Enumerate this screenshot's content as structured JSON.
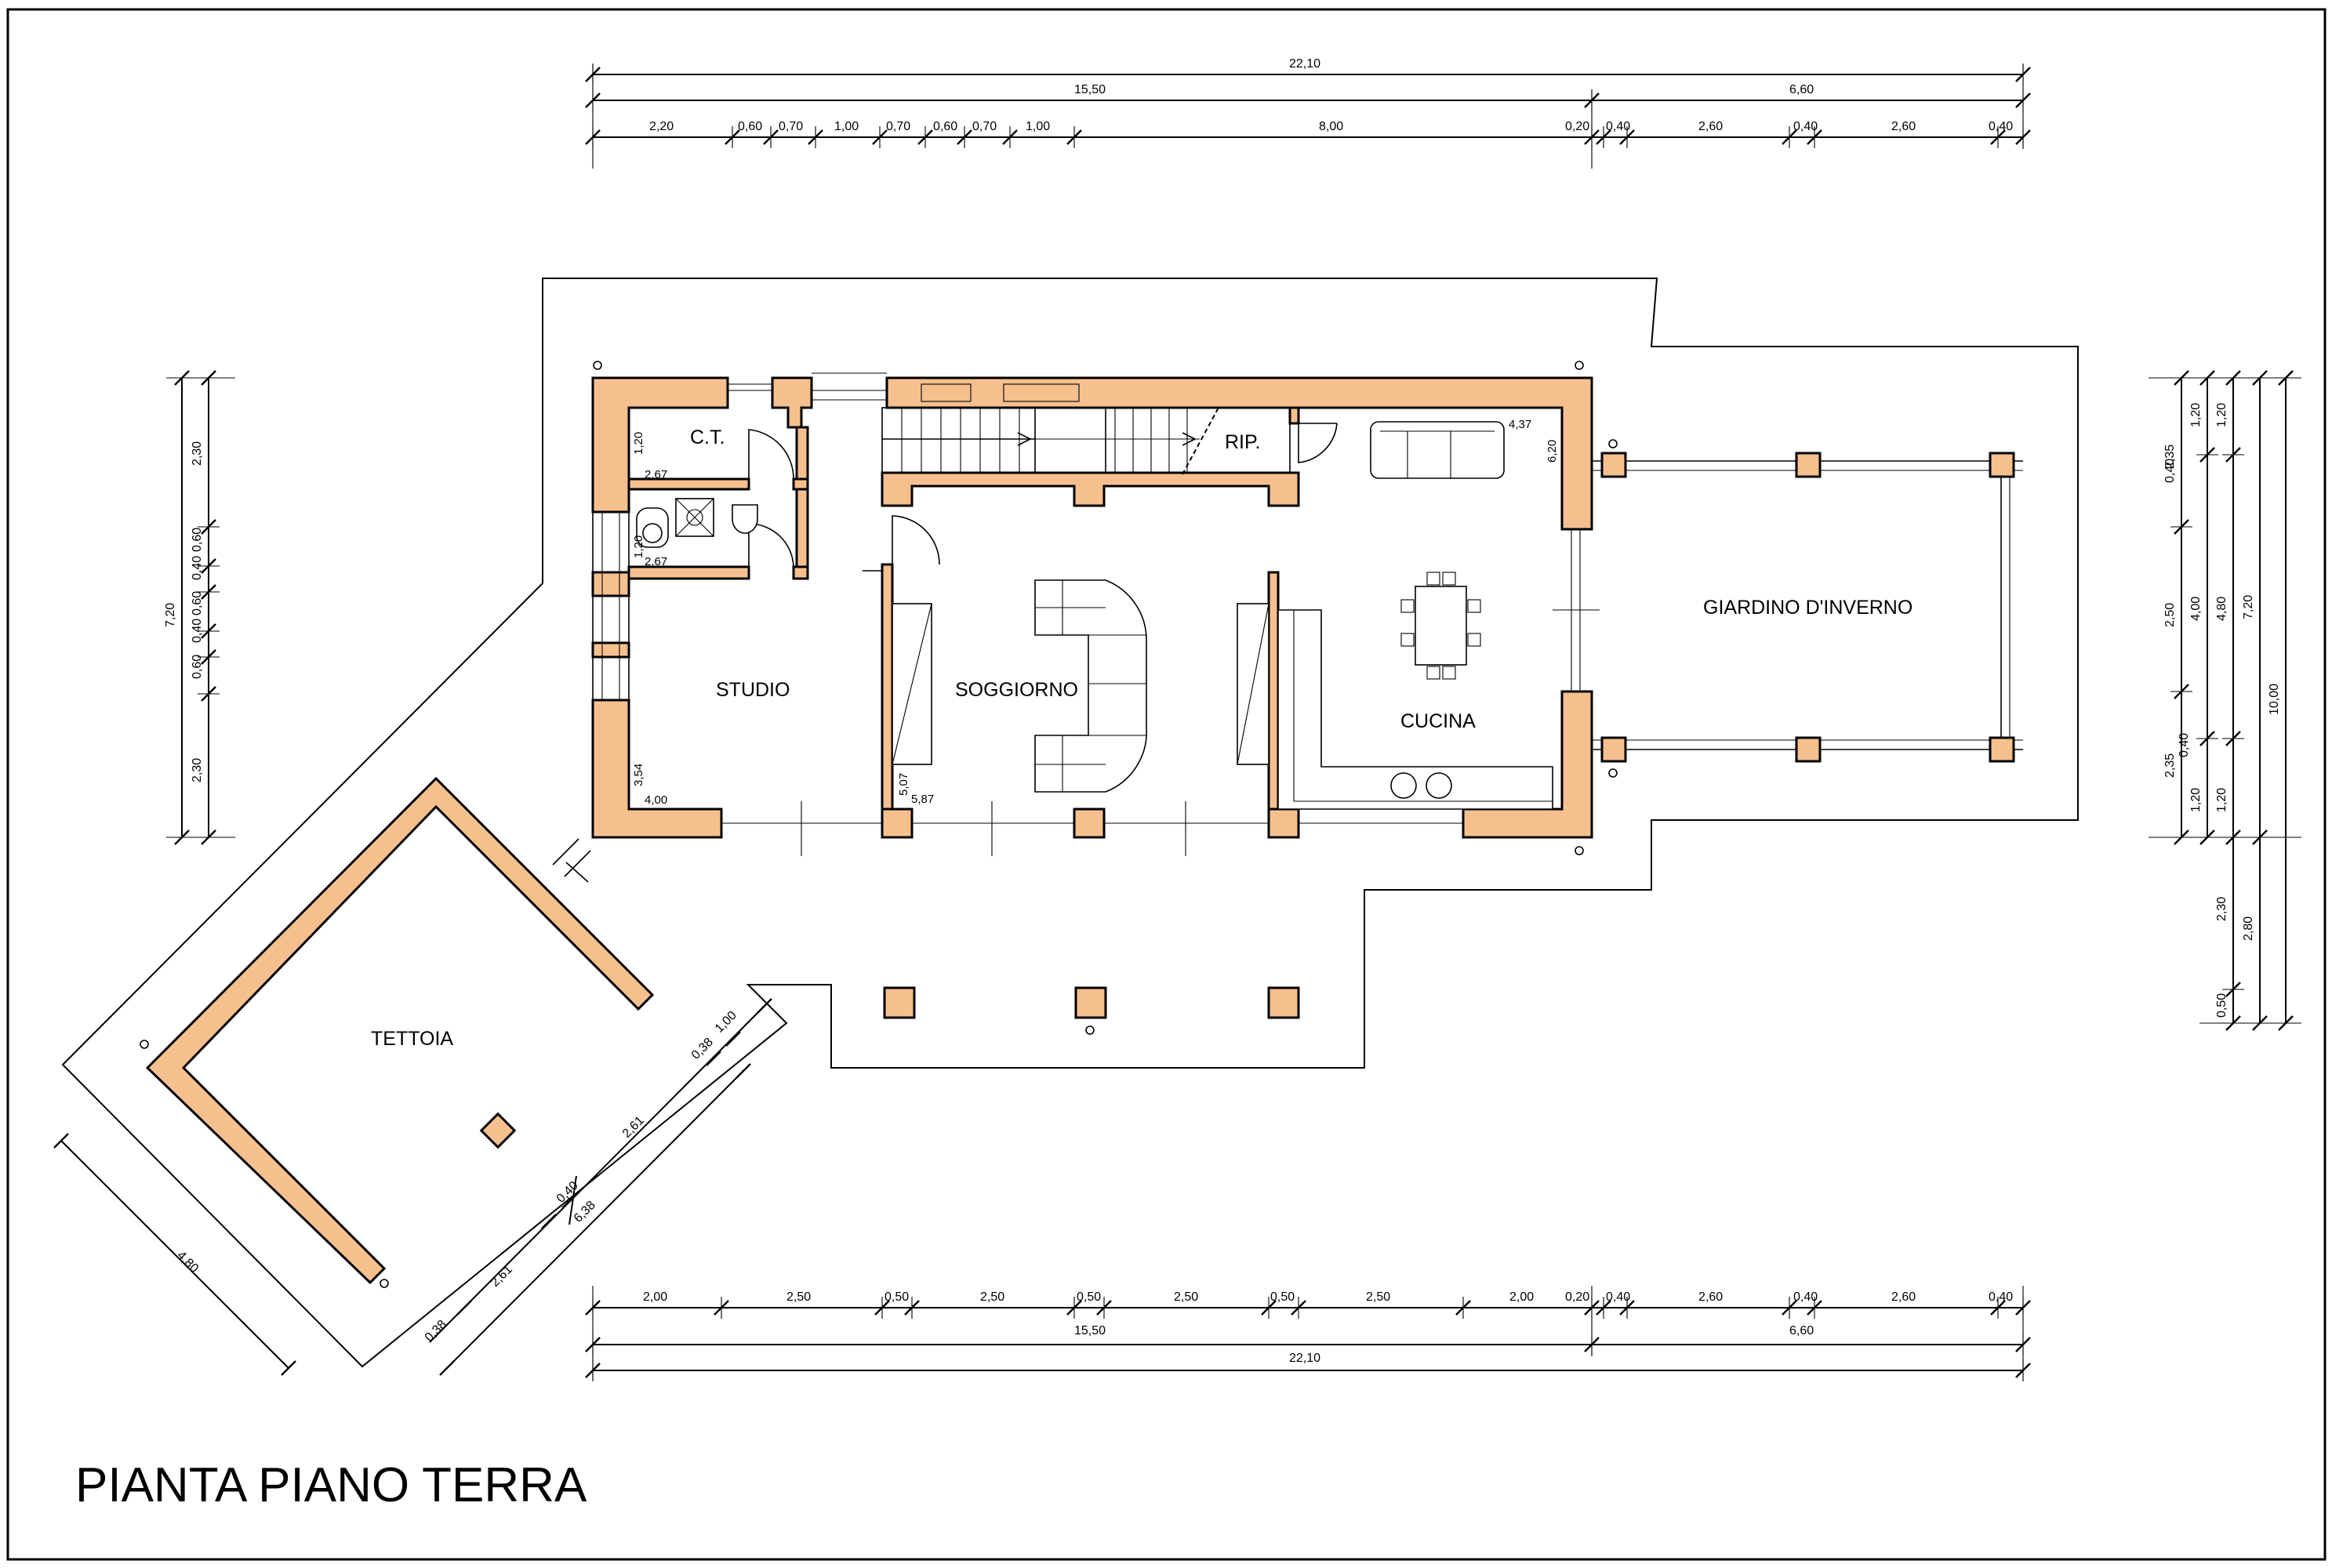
{
  "title": "PIANTA PIANO TERRA",
  "colors": {
    "wall": "#f6c08e",
    "line": "#000000"
  },
  "rooms": {
    "ct": "C.T.",
    "rip": "RIP.",
    "studio": "STUDIO",
    "soggiorno": "SOGGIORNO",
    "cucina": "CUCINA",
    "giardino": "GIARDINO D'INVERNO",
    "tettoia": "TETTOIA"
  },
  "room_dims": {
    "ct_h": "1,20",
    "ct_w": "2,67",
    "wc_h": "1,20",
    "wc_w": "2,67",
    "studio_h": "3,54",
    "studio_w": "4,00",
    "sogg_h": "5,07",
    "sogg_w": "5,87",
    "cucina_w": "4,37",
    "cucina_h": "6,20"
  },
  "dims_top": {
    "total": "22,10",
    "sub": [
      "15,50",
      "6,60"
    ],
    "detail": [
      "2,20",
      "0,60",
      "0,70",
      "1,00",
      "0,70",
      "0,60",
      "0,70",
      "1,00",
      "8,00",
      "0,20",
      "0,40",
      "2,60",
      "0,40",
      "2,60",
      "0,40"
    ]
  },
  "dims_bottom": {
    "detail": [
      "2,00",
      "2,50",
      "0,50",
      "2,50",
      "0,50",
      "2,50",
      "0,50",
      "2,50",
      "2,00",
      "0,20",
      "0,40",
      "2,60",
      "0,40",
      "2,60",
      "0,40"
    ],
    "sub": [
      "15,50",
      "6,60"
    ],
    "total": "22,10"
  },
  "dims_left": {
    "total": "7,20",
    "detail": [
      "2,30",
      "0,60",
      "0,40",
      "0,60",
      "0,40",
      "0,60",
      "2,30"
    ]
  },
  "dims_right": {
    "col1": [
      "2,35",
      "0,40",
      "2,50",
      "2,35",
      "0,40"
    ],
    "col2": [
      "1,20",
      "4,00",
      "1,20"
    ],
    "col3": [
      "1,20",
      "4,80",
      "1,20",
      "2,30",
      "0,50"
    ],
    "col4": [
      "7,20",
      "2,80"
    ],
    "col5": "10,00"
  },
  "dims_tettoia": {
    "outer": "4,80",
    "a": [
      "1,00",
      "0,38",
      "2,61"
    ],
    "mid": [
      "0,40",
      "6,38"
    ],
    "b": [
      "2,61",
      "0,38"
    ]
  }
}
